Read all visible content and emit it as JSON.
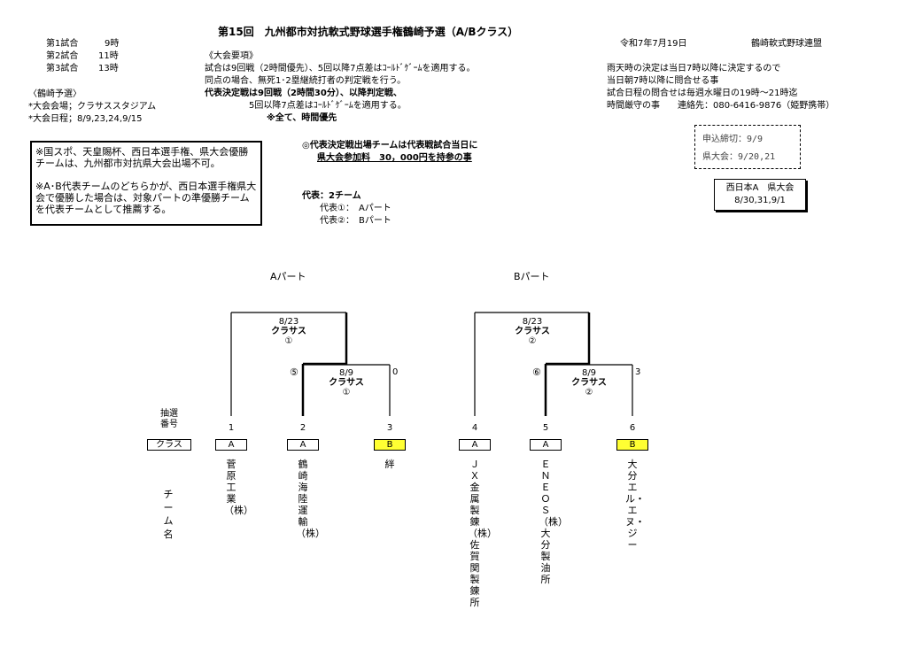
{
  "title": "第15回　九州都市対抗軟式野球選手権鶴崎予選（A/Bクラス）",
  "date": "令和7年7月19日",
  "organizer": "鶴崎軟式野球連盟",
  "schedule": [
    {
      "label": "第1試合",
      "time": "9時"
    },
    {
      "label": "第2試合",
      "time": "11時"
    },
    {
      "label": "第3試合",
      "time": "13時"
    }
  ],
  "venue": {
    "header": "〈鶴崎予選〉",
    "place": "*大会会場；クラサススタジアム",
    "dates": "*大会日程；8/9,23,24,9/15"
  },
  "rules": {
    "header": "《大会要項》",
    "line1": "試合は9回戦（2時間優先）、5回以降7点差はｺｰﾙﾄﾞｹﾞｰﾑを適用する。",
    "line2": "同点の場合、無死1･2塁継続打者の判定戦を行う。",
    "line3": "代表決定戦は9回戦（2時間30分）、以降判定戦、",
    "line4": "5回以降7点差はｺｰﾙﾄﾞｹﾞｰﾑを適用する。",
    "line5": "※全て、時間優先"
  },
  "right_notes": {
    "line1": "雨天時の決定は当日7時以降に決定するので",
    "line2": "当日朝7時以降に問合せる事",
    "line3": "試合日程の問合せは毎週水曜日の19時～21時迄",
    "line4": "時間厳守の事　　連絡先：080-6416-9876（姫野携帯）"
  },
  "notes_box": {
    "p1": "※国スポ、天皇賜杯、西日本選手権、県大会優勝チームは、九州都市対抗県大会出場不可。",
    "p2": "※A･B代表チームのどちらかが、西日本選手権県大会で優勝した場合は、対象パートの準優勝チームを代表チームとして推薦する。"
  },
  "fee": {
    "line1": "◎代表決定戦出場チームは代表戦試合当日に",
    "line2": "県大会参加料　30，000円を持参の事"
  },
  "reps": {
    "header": "代表：2チーム",
    "r1": "代表①：　Aパート",
    "r2": "代表②：　Bパート"
  },
  "deadline": {
    "entry": "申込締切：9/9",
    "pref": "県大会：9/20,21"
  },
  "nishinihon": {
    "title": "西日本A　県大会",
    "dates": "8/30,31,9/1"
  },
  "bracket": {
    "part_a": "Aパート",
    "part_b": "Bパート",
    "draw_label": "抽選\n番号",
    "class_label": "クラス",
    "team_label": "チーム名",
    "a_final": {
      "date": "8/23",
      "venue": "クラサス",
      "num": "①"
    },
    "a_semi": {
      "date": "8/9",
      "venue": "クラサス",
      "num": "①",
      "score_left": "⑤",
      "score_right": "0"
    },
    "b_final": {
      "date": "8/23",
      "venue": "クラサス",
      "num": "②"
    },
    "b_semi": {
      "date": "8/9",
      "venue": "クラサス",
      "num": "②",
      "score_left": "⑥",
      "score_right": "3"
    },
    "teams": [
      {
        "num": "1",
        "class": "A",
        "name": "菅原工業（株）"
      },
      {
        "num": "2",
        "class": "A",
        "name": "鶴崎海陸運輸（株）"
      },
      {
        "num": "3",
        "class": "B",
        "name": "絆"
      },
      {
        "num": "4",
        "class": "A",
        "name": "ＪＸ金属製錬（株）佐賀関製錬所"
      },
      {
        "num": "5",
        "class": "A",
        "name": "ＥＮＥＯＳ（株）大分製油所"
      },
      {
        "num": "6",
        "class": "B",
        "name": "大分エル・エヌ・ジー"
      }
    ]
  },
  "colors": {
    "b_class": "#ffff33"
  }
}
